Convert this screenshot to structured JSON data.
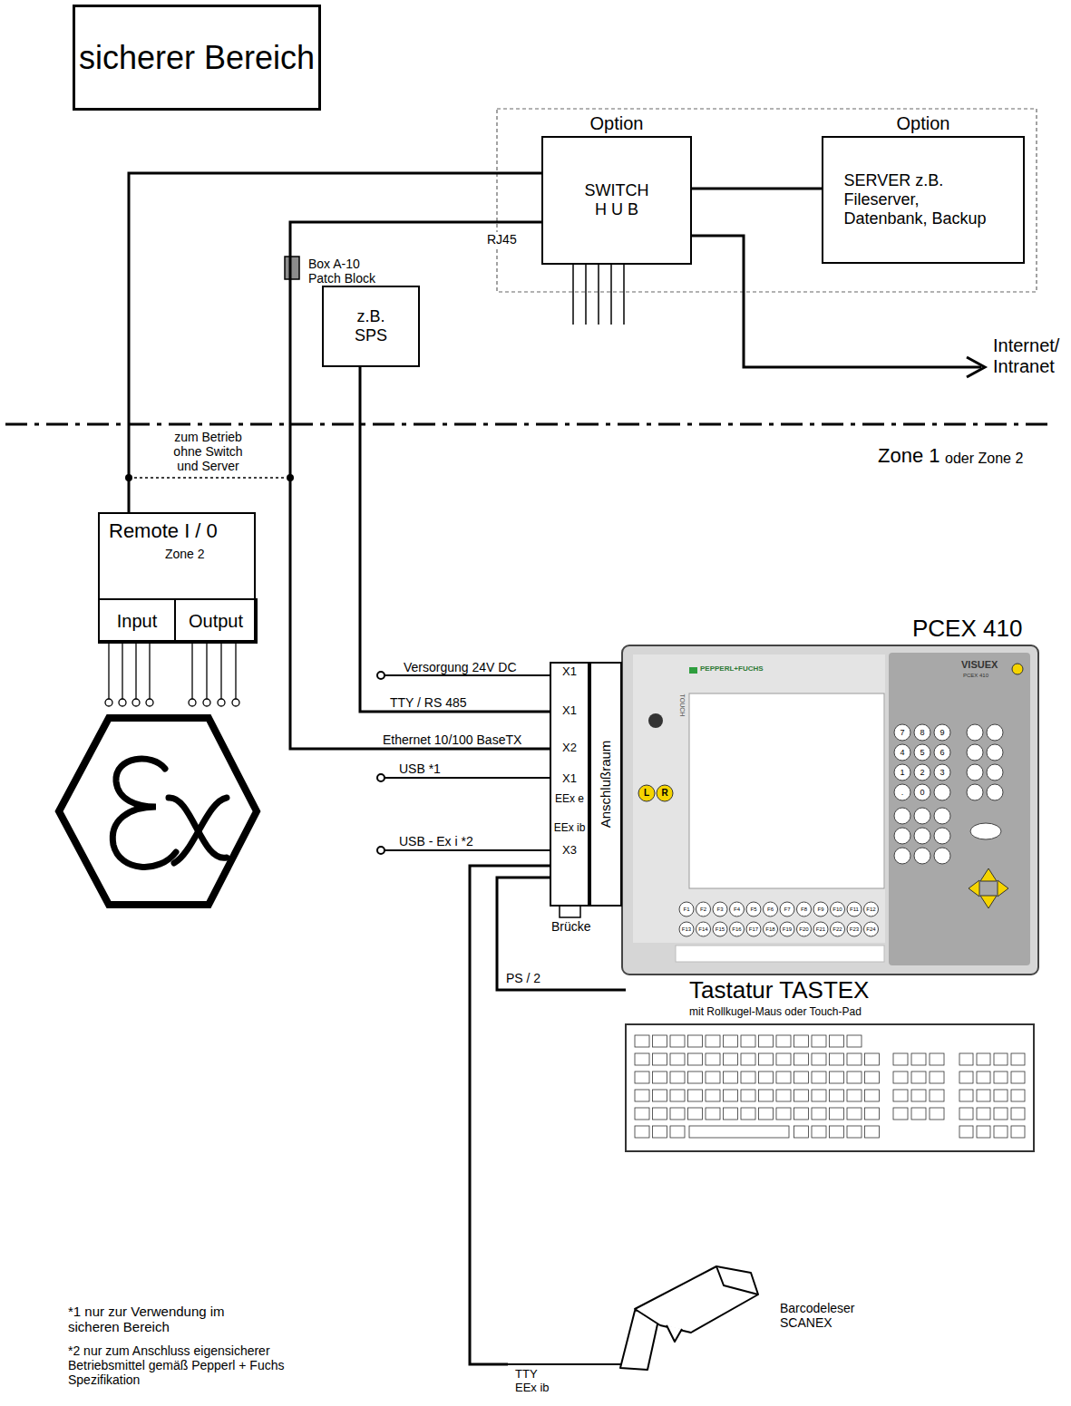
{
  "diagram": {
    "nodes": [
      {
        "text": [
          "sicherer Bereich"
        ]
      },
      {
        "text": [
          "Option",
          "SWITCH H U B"
        ]
      },
      {
        "text": [
          "Option",
          "SERVER z.B. Fileserver, Datenbank, Backup"
        ]
      },
      {
        "text": [
          "z.B. SPS"
        ]
      },
      {
        "text": [
          "Remote I / 0",
          "Zone 2"
        ]
      },
      {
        "text": [
          "Input"
        ],
        "in": 4
      },
      {
        "text": [
          "Output"
        ],
        "in": 4
      },
      {
        "text": [
          "PCEX 410"
        ]
      },
      {
        "text": [
          "Anschlußraum"
        ],
        "in": 7
      },
      {
        "text": [
          "X1",
          "X1",
          "X2",
          "X1",
          "EEx e",
          "EEx ib",
          "X3"
        ],
        "in": 7
      },
      {
        "text": [
          "Tastatur TASTEX",
          "mit Rollkugel-Maus oder Touch-Pad"
        ]
      },
      {
        "text": [
          "Barcodeleser SCANEX"
        ]
      }
    ],
    "edges": [
      {
        "from": 4,
        "to": 1,
        "arrow": "none"
      },
      {
        "from": 1,
        "to": 2,
        "arrow": "none"
      },
      {
        "from": 3,
        "to": 9,
        "label": "TTY / RS 485",
        "arrow": "none"
      },
      {
        "from": 1,
        "to": 9,
        "label": "Ethernet 10/100 BaseTX",
        "arrow": "none"
      },
      {
        "from": 9,
        "to": 10,
        "label": "PS / 2",
        "arrow": "none"
      },
      {
        "from": 9,
        "to": 11,
        "label": "TTY EEx ib",
        "arrow": "none"
      }
    ],
    "labels": [
      "Box A-10 Patch Block",
      "RJ45",
      "Internet/ Intranet",
      "zum Betrieb ohne Switch und Server",
      "Zone 1",
      "oder Zone 2",
      "Versorgung 24V DC",
      "USB *1",
      "USB - Ex i *2",
      "Brücke",
      "*1 nur zur Verwendung im sicheren Bereich",
      "*2 nur zum Anschluss eigensicherer Betriebsmittel gemäß Pepperl + Fuchs Spezifikation",
      "PEPPERL+FUCHS",
      "VISUEX",
      "PCEX 410",
      "TOUCH",
      "L",
      "R",
      "F1",
      "F2",
      "F3",
      "F4",
      "F5",
      "F6",
      "F7",
      "F8",
      "F9",
      "F10",
      "F11",
      "F12",
      "F13",
      "F14",
      "F15",
      "F16",
      "F17",
      "F18",
      "F19",
      "F20",
      "F21",
      "F22",
      "F23",
      "F24",
      "7",
      "8",
      "9",
      "4",
      "5",
      "6",
      "1",
      "2",
      "3",
      "0",
      "."
    ]
  }
}
